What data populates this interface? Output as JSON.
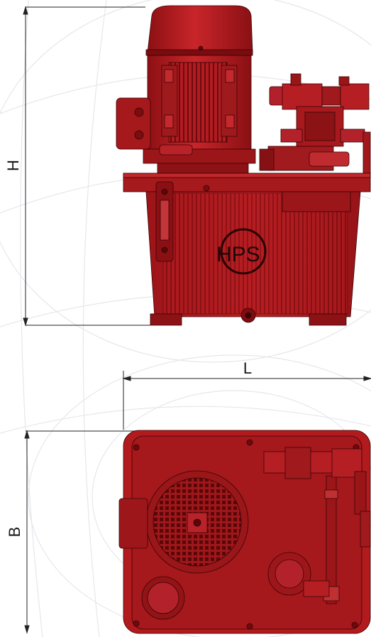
{
  "dimensions": {
    "height_label": "H",
    "length_label": "L",
    "width_label": "B"
  },
  "logo": {
    "text": "HPS"
  },
  "colors": {
    "body": "#b3191c",
    "body_dark": "#7e0d10",
    "body_light": "#d8393a",
    "outline": "#3a0305",
    "dimension_line": "#222222",
    "background_pattern": "#d9dde2"
  }
}
